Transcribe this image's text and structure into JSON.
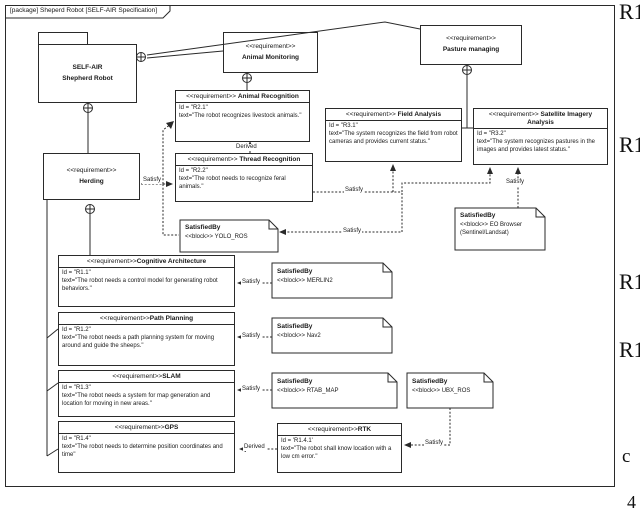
{
  "frame": {
    "title": "[package] Sheperd Robot [SELF-AIR Specification]"
  },
  "package_box": {
    "line1": "SELF-AIR",
    "line2": "Shepherd Robot"
  },
  "boxes": {
    "animal_monitoring": {
      "stereotype": "<<requirement>>",
      "name": "Animal Monitoring"
    },
    "pasture_managing": {
      "stereotype": "<<requirement>>",
      "name": "Pasture managing"
    },
    "herding": {
      "stereotype": "<<requirement>>",
      "name": "Herding"
    },
    "animal_recognition": {
      "stereotype": "<<requirement>> ",
      "name": "Animal Recognition",
      "id_line": "Id = \"R2.1\"",
      "text_line": "text=\"The robot recognizes livestock animals.\""
    },
    "thread_recognition": {
      "stereotype": "<<requirement>> ",
      "name": "Thread Recognition",
      "id_line": "Id = \"R2.2\"",
      "text_line": "text=\"The robot needs to recognize feral animals.\""
    },
    "field_analysis": {
      "stereotype": "<<requirement>> ",
      "name": "Field Analysis",
      "id_line": "Id = \"R3.1\"",
      "text_line": "text=\"The system recognizes the field from robot cameras and provides current status.\""
    },
    "satellite_imagery": {
      "stereotype": "<<requirement>> ",
      "name": "Satellite Imagery Analysis",
      "id_line": "Id = \"R3.2\"",
      "text_line": "text=\"The system recognizes pastures in the images and provides latest status.\""
    },
    "cognitive_architecture": {
      "stereotype": "<<requirement>>",
      "name": "Cognitive Architecture",
      "id_line": "Id = \"R1.1\"",
      "text_line": "text=\"The robot needs a control model for generating robot behaviors.\""
    },
    "path_planning": {
      "stereotype": "<<requirement>>",
      "name": "Path Planning",
      "id_line": "Id = \"R1.2\"",
      "text_line": "text=\"The robot needs a path planning system for moving around and guide the sheeps.\""
    },
    "slam": {
      "stereotype": "<<requirement>>",
      "name": "SLAM",
      "id_line": "Id = \"R1.3\"",
      "text_line": "text=\"The robot needs a system for map generation and location for moving in new areas.\""
    },
    "gps": {
      "stereotype": "<<requirement>>",
      "name": "GPS",
      "id_line": "Id = \"R1.4\"",
      "text_line": "text=\"The robot needs to determine position coordinates and time\""
    },
    "rtk": {
      "stereotype": "<<requirement>>",
      "name": "RTK",
      "id_line": "Id = 'R1.4.1'",
      "text_line": "text=\"The robot shall know location with a low cm error.\""
    }
  },
  "notes": {
    "yolo": {
      "title": "SatisfiedBy",
      "line1": "<<block>> YOLO_ROS"
    },
    "merlin": {
      "title": "SatisfiedBy",
      "line1": "<<block>> MERLIN2"
    },
    "nav2": {
      "title": "SatisfiedBy",
      "line1": "<<block>> Nav2"
    },
    "rtab": {
      "title": "SatisfiedBy",
      "line1": "<<block>> RTAB_MAP"
    },
    "ubx": {
      "title": "SatisfiedBy",
      "line1": "<<block>> UBX_ROS"
    },
    "eo": {
      "title": "SatisfiedBy",
      "line1": "<<block>> EO Browser",
      "line2": "(Sentinel/Landsat)"
    }
  },
  "labels": {
    "satisfy": "Satisfy",
    "derived": "Derived"
  },
  "margin": {
    "frag1": "R1",
    "frag2": "R1",
    "frag3": "R1",
    "frag4": "R1",
    "frag5": "c",
    "frag6": "4"
  }
}
